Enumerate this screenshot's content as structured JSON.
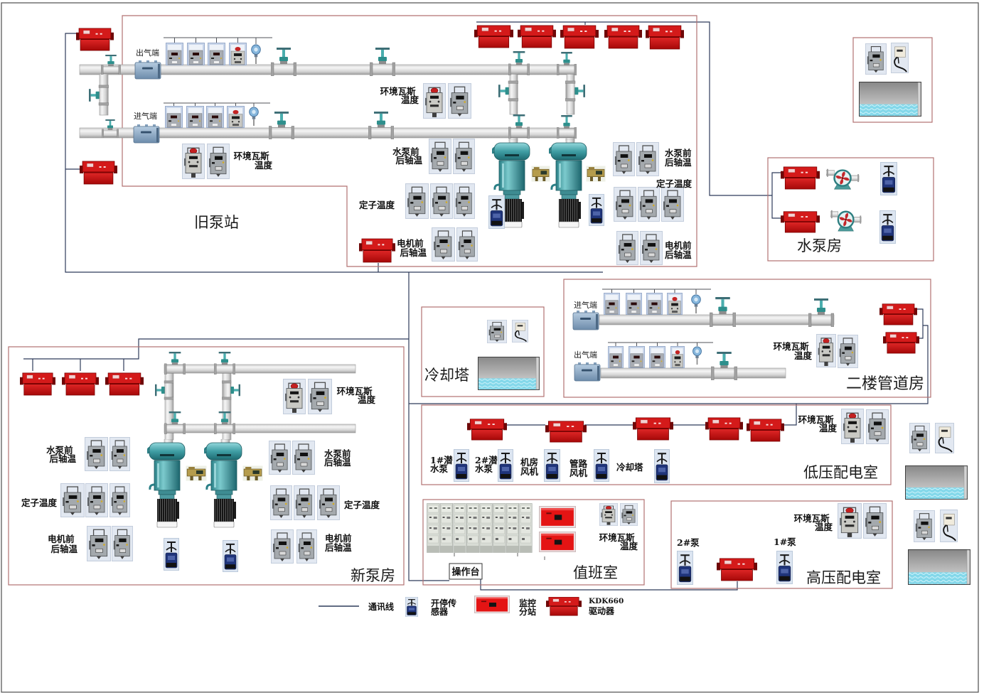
{
  "colors": {
    "comm_line": "#2e3b5a",
    "room_border": "#b27272",
    "kdk660_driver": "#d41a1a",
    "monitor_substation": "#e41414",
    "start_stop_sensor": "#1f347a",
    "pump_teal": "#3f9ea4",
    "water": "#84d8ea"
  },
  "icons": {
    "kdk660_driver": "kdk660-driver-icon",
    "sensor": "sensor-icon",
    "gas_sensor": "gas-sensor-icon",
    "pipe_sensor": "pipe-sensor-icon",
    "pressure_transmitter": "pressure-transmitter-icon",
    "flowmeter": "flowmeter-icon",
    "valve": "valve-icon",
    "water_pump": "water-pump-icon",
    "solenoid_valve": "solenoid-valve-icon",
    "start_stop_sensor": "start-stop-sensor-icon",
    "water_tank": "water-tank-icon",
    "cable_sensor": "cable-sensor-icon",
    "fan_pump": "fan-pump-icon",
    "monitor_substation": "monitor-substation-icon",
    "switch_cabinet": "switch-cabinet-icon"
  },
  "rooms": {
    "old_pump_station": {
      "name": "旧泵站",
      "outlet_label": "出气端",
      "inlet_label": "进气端",
      "env_gas_temp_a": [
        "环境瓦斯",
        "温度"
      ],
      "env_gas_temp_b": [
        "环境瓦斯",
        "温度"
      ],
      "pump_bearing_temp_left": [
        "水泵前",
        "后轴温"
      ],
      "stator_temp_left": "定子温度",
      "motor_bearing_temp_left": [
        "电机前",
        "后轴温"
      ],
      "pump_bearing_temp_right": [
        "水泵前",
        "后轴温"
      ],
      "stator_temp_right": "定子温度",
      "motor_bearing_temp_right": [
        "电机前",
        "后轴温"
      ]
    },
    "water_pump_room": {
      "name": "水泵房"
    },
    "cooling_tower": {
      "name": "冷却塔"
    },
    "second_floor_pipe_room": {
      "name": "二楼管道房",
      "inlet_label": "进气端",
      "outlet_label": "出气端",
      "env_gas_temp": [
        "环境瓦斯",
        "温度"
      ]
    },
    "low_voltage_room": {
      "name": "低压配电室",
      "env_gas_temp": [
        "环境瓦斯",
        "温度"
      ],
      "start_stop_points": [
        {
          "label": [
            "1#潜",
            "水泵"
          ]
        },
        {
          "label": [
            "2#潜",
            "水泵"
          ]
        },
        {
          "label": [
            "机房",
            "风机"
          ]
        },
        {
          "label": [
            "管路",
            "风机"
          ]
        },
        {
          "label": [
            "冷却塔"
          ]
        }
      ]
    },
    "duty_room": {
      "name": "值班室",
      "console_label": "操作台",
      "env_gas_temp": [
        "环境瓦斯",
        "温度"
      ]
    },
    "high_voltage_room": {
      "name": "高压配电室",
      "pump_2_label": "2#泵",
      "pump_1_label": "1#泵",
      "env_gas_temp": [
        "环境瓦斯",
        "温度"
      ]
    },
    "new_pump_room": {
      "name": "新泵房",
      "env_gas_temp": [
        "环境瓦斯",
        "温度"
      ],
      "pump_bearing_temp_left": [
        "水泵前",
        "后轴温"
      ],
      "stator_temp_left": "定子温度",
      "motor_bearing_temp_left": [
        "电机前",
        "后轴温"
      ],
      "pump_bearing_temp_right": [
        "水泵前",
        "后轴温"
      ],
      "stator_temp_right": "定子温度",
      "motor_bearing_temp_right": [
        "电机前",
        "后轴温"
      ]
    }
  },
  "legend": {
    "comm_line": "通讯线",
    "start_stop_sensor": [
      "开停传",
      "感器"
    ],
    "monitor_substation": [
      "监控",
      "分站"
    ],
    "kdk660_driver": [
      "KDK660",
      "驱动器"
    ]
  }
}
